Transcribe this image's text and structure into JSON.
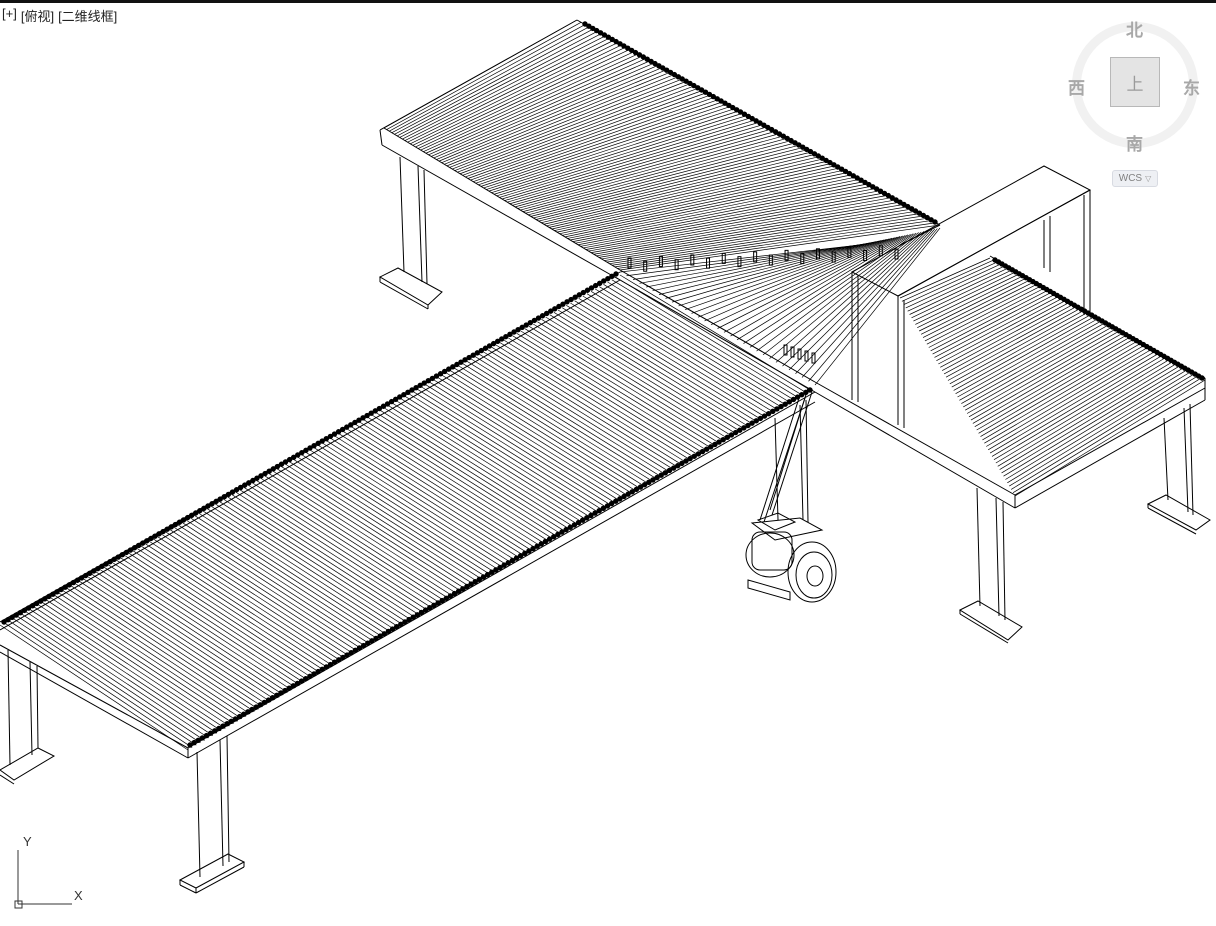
{
  "viewport": {
    "controls_label": "[+]",
    "view_label": "[俯视]",
    "style_label": "[二维线框]"
  },
  "viewcube": {
    "north": "北",
    "south": "南",
    "west": "西",
    "east": "东",
    "face": "上",
    "coord_system": "WCS"
  },
  "ucs": {
    "x_label": "X",
    "y_label": "Y"
  },
  "colors": {
    "background": "#ffffff",
    "line": "#000000",
    "viewcube": "#a8a8a8"
  }
}
